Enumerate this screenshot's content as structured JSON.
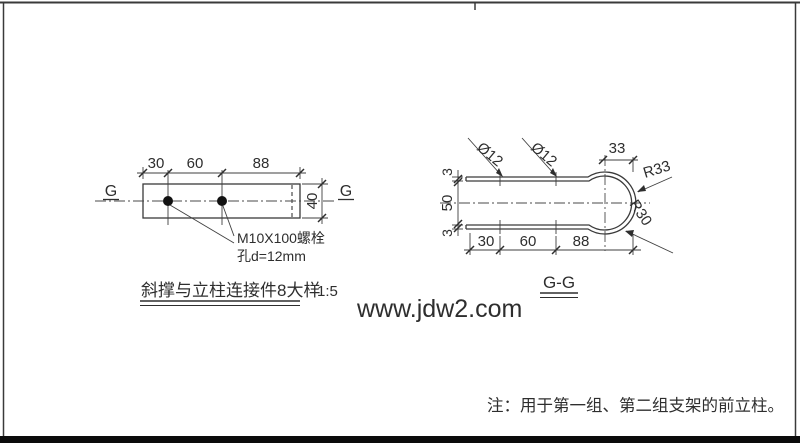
{
  "frame": {
    "border_color": "#3a3a3a",
    "bottom_bar_color": "#0b0b0b"
  },
  "watermark": {
    "text": "www.jdw2.com",
    "color": "#f2571f"
  },
  "left_view": {
    "section_marker_left": "G",
    "section_marker_right": "G",
    "dim_30": "30",
    "dim_60": "60",
    "dim_88": "88",
    "dim_40": "40",
    "callout_line1": "M10X100螺栓",
    "callout_line2": "孔d=12mm",
    "title": "斜撑与立柱连接件8大样",
    "scale": "1:5"
  },
  "section_view": {
    "title": "G-G",
    "dim_top": "33",
    "dim_left_top": "3",
    "dim_left_mid": "50",
    "dim_left_bottom": "3",
    "dim_bottom_30": "30",
    "dim_bottom_60": "60",
    "dim_bottom_88": "88",
    "label_hole1": "Ø12",
    "label_hole2": "Ø12",
    "label_outer_radius": "R33",
    "label_inner_radius": "R30"
  },
  "note": "注：用于第一组、第二组支架的前立柱。"
}
